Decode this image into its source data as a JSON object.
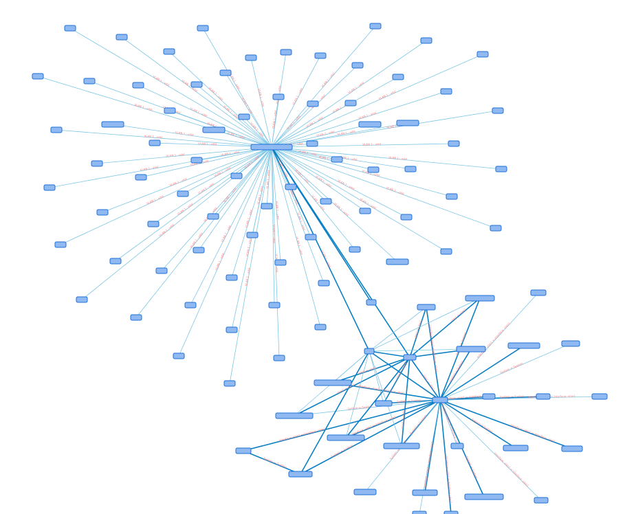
{
  "diagram": {
    "type": "network-graph",
    "colors": {
      "node_fill": "#8fb9f0",
      "node_stroke": "#1e6fd9",
      "edge_light": "#7cc6e6",
      "edge_dark": "#0a7fc4",
      "edge_label": "#ff7a7a"
    },
    "edge_labels": {
      "vlan": "VLAN 1 : vdst",
      "interface": "Interface: vlan1 ↔ Interface: vlan1",
      "system": "System ↔ System",
      "vlan_pair": "vlan1 ↔ vlan1"
    }
  }
}
